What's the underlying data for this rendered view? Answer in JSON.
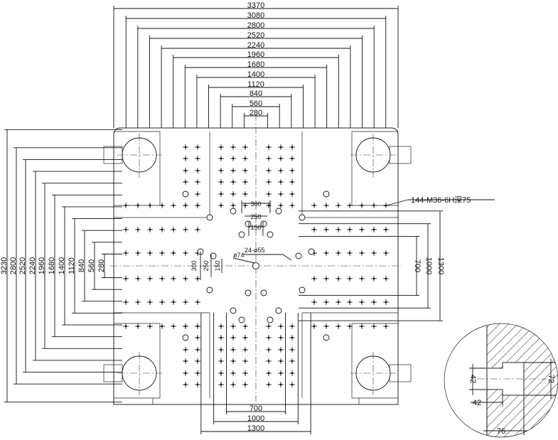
{
  "top_dimensions": [
    "3370",
    "3080",
    "2800",
    "2520",
    "2240",
    "1960",
    "1680",
    "1400",
    "1120",
    "840",
    "560",
    "280"
  ],
  "left_dimensions": [
    "3230",
    "2800",
    "2520",
    "2240",
    "1960",
    "1680",
    "1400",
    "1120",
    "840",
    "560",
    "280"
  ],
  "right_dimensions": [
    "700",
    "1000",
    "1300"
  ],
  "bottom_dimensions": [
    "700",
    "1000",
    "1300"
  ],
  "inner_dimensions": {
    "top_300": "300",
    "top_250": "250",
    "top_150": "150",
    "left_300": "300",
    "left_250": "250",
    "left_150": "150"
  },
  "callouts": {
    "tapped_holes": "144-M36-6H深75",
    "through_holes": "24-ø55",
    "center_hole": "ø74"
  },
  "detail": {
    "dim_42_vertical": "42",
    "dim_42_horizontal": "42",
    "dim_72": "72",
    "dim_76": "76"
  }
}
